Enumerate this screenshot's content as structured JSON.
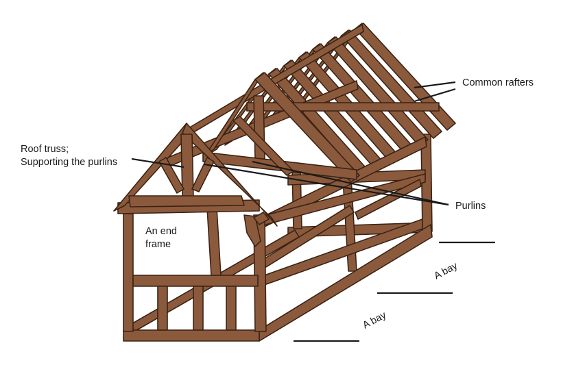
{
  "colors": {
    "timber": "#8b5a3c",
    "outline": "#3b2314",
    "text": "#1a1a1a",
    "background": "#ffffff"
  },
  "labels": {
    "common_rafters": "Common rafters",
    "roof_truss_line1": "Roof truss;",
    "roof_truss_line2": "Supporting the purlins",
    "purlins": "Purlins",
    "end_frame_line1": "An end",
    "end_frame_line2": "frame",
    "bay_upper": "A bay",
    "bay_lower": "A bay"
  }
}
